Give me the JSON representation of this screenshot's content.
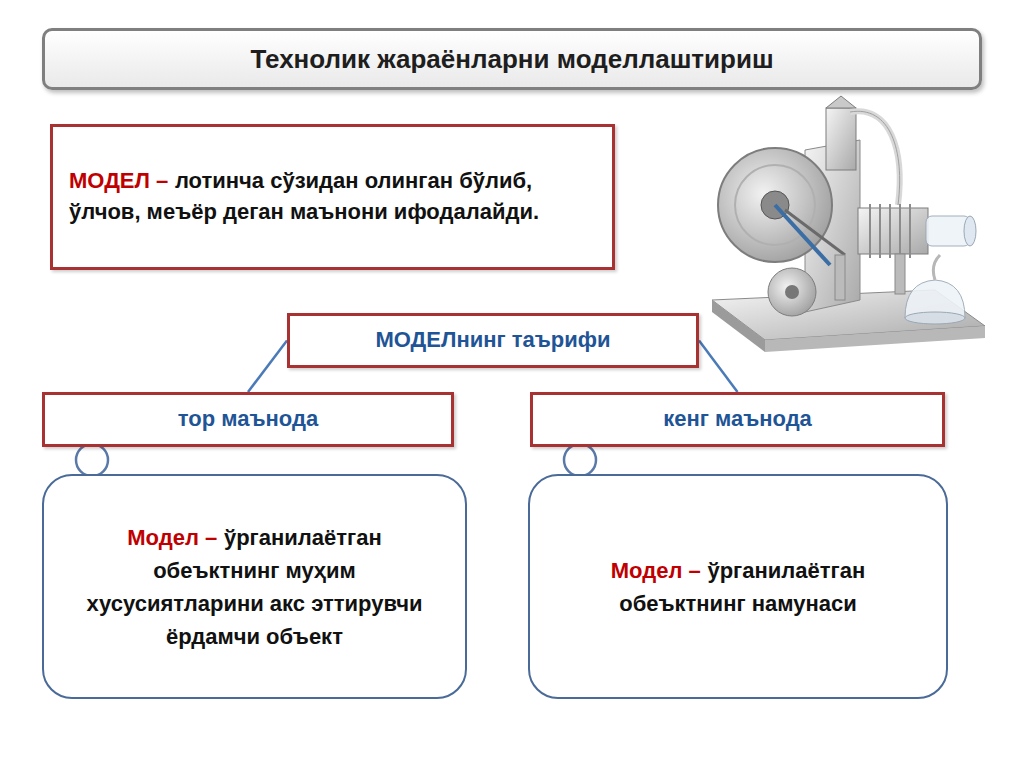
{
  "diagram": {
    "title": "Технолик жараёнларни моделлаштириш",
    "nodes": [
      {
        "text": [
          "МОДЕЛ –",
          "лотинча сўзидан олинган бўлиб, ўлчов, меъёр деган маънони ифодалайди."
        ]
      },
      {
        "text": [
          "МОДЕЛнинг таърифи"
        ]
      },
      {
        "text": [
          "тор маънода"
        ]
      },
      {
        "text": [
          "кенг маънода"
        ]
      },
      {
        "text": [
          "Модел –",
          "ўрганилаётган обеъктнинг муҳим хусусиятларини акс эттирувчи ёрдамчи объект"
        ]
      },
      {
        "text": [
          "Модел –",
          "ўрганилаётган обеъктнинг намунаси"
        ]
      }
    ],
    "edges": [
      {
        "from": 1,
        "to": 2,
        "arrow": "none"
      },
      {
        "from": 1,
        "to": 3,
        "arrow": "none"
      },
      {
        "from": 2,
        "to": 4,
        "arrow": "none"
      },
      {
        "from": 3,
        "to": 5,
        "arrow": "none"
      }
    ]
  }
}
